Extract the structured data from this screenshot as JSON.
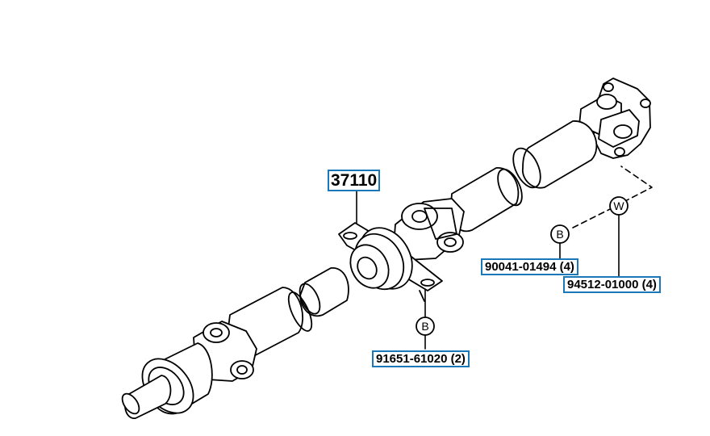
{
  "callouts": {
    "assembly": "37110",
    "bolt": "90041-01494 (4)",
    "washer": "94512-01000 (4)",
    "bearing_bolt": "91651-61020 (2)"
  },
  "symbols": {
    "b_upper": "B",
    "w": "W",
    "b_lower": "B"
  },
  "colors": {
    "callout_border": "#1a78b8",
    "line": "#000000"
  }
}
